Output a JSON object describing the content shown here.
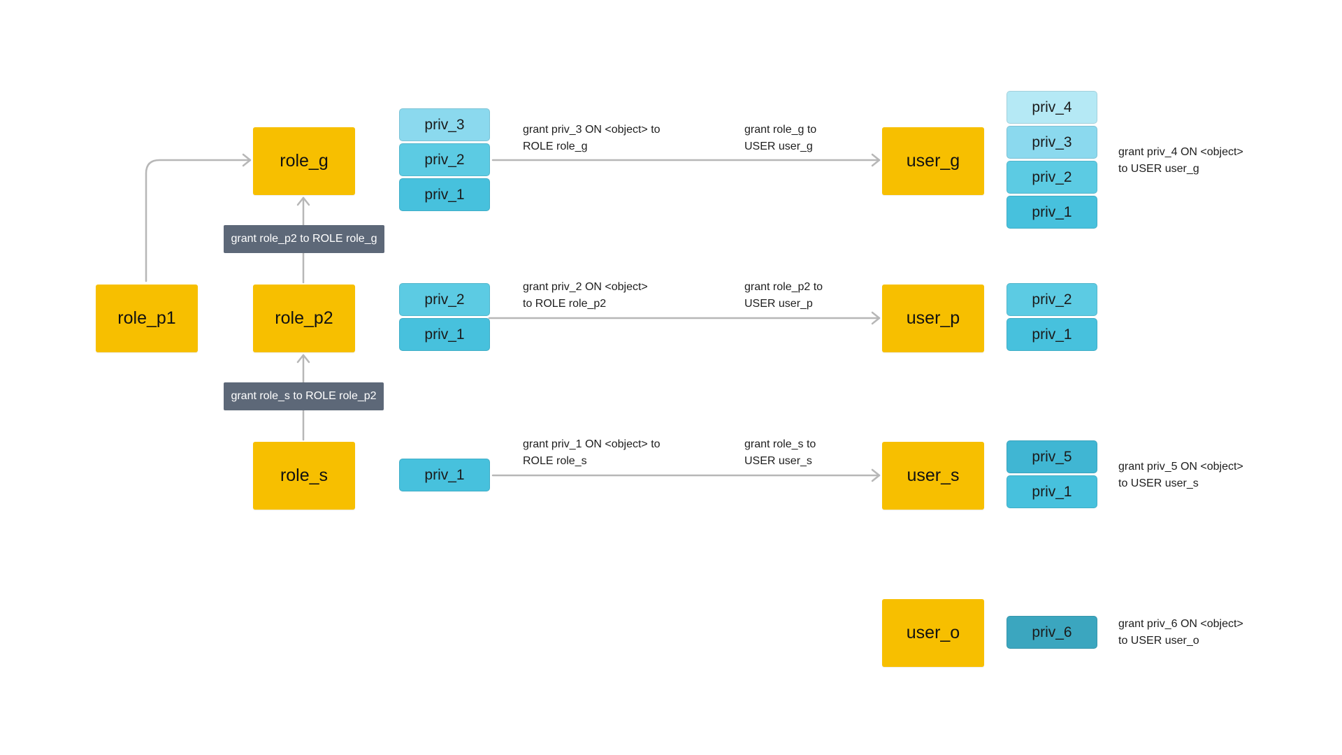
{
  "colors": {
    "entity": "#f7bf00",
    "connector": "#b7b7b7",
    "tag_background": "#5d6878",
    "priv_1": "#47c1dd",
    "priv_2": "#5ccbe3",
    "priv_3": "#8bd9ee",
    "priv_4": "#b5e9f5",
    "priv_5": "#40b6d3",
    "priv_6": "#3ba6bf"
  },
  "roles": {
    "role_p1": "role_p1",
    "role_g": "role_g",
    "role_p2": "role_p2",
    "role_s": "role_s"
  },
  "users": {
    "user_g": "user_g",
    "user_p": "user_p",
    "user_s": "user_s",
    "user_o": "user_o"
  },
  "role_privileges": {
    "role_g": [
      "priv_3",
      "priv_2",
      "priv_1"
    ],
    "role_p2": [
      "priv_2",
      "priv_1"
    ],
    "role_s": [
      "priv_1"
    ]
  },
  "user_privileges": {
    "user_g": [
      "priv_4",
      "priv_3",
      "priv_2",
      "priv_1"
    ],
    "user_p": [
      "priv_2",
      "priv_1"
    ],
    "user_s": [
      "priv_5",
      "priv_1"
    ],
    "user_o": [
      "priv_6"
    ]
  },
  "grant_tags": {
    "role_p2_to_role_g": "grant role_p2 to ROLE role_g",
    "role_s_to_role_p2": "grant role_s to ROLE role_p2"
  },
  "notes": {
    "priv_3_to_role_g": "grant priv_3 ON <object> to\nROLE role_g",
    "role_g_to_user_g": "grant role_g to\nUSER user_g",
    "priv_4_to_user_g": "grant priv_4 ON <object>\nto USER user_g",
    "priv_2_to_role_p2": "grant priv_2 ON <object>\nto ROLE role_p2",
    "role_p2_to_user_p": "grant role_p2 to\nUSER user_p",
    "priv_1_to_role_s": "grant priv_1 ON <object> to\nROLE role_s",
    "role_s_to_user_s": "grant role_s to\nUSER user_s",
    "priv_5_to_user_s": "grant priv_5 ON <object>\nto USER user_s",
    "priv_6_to_user_o": "grant priv_6 ON <object>\nto USER user_o"
  }
}
